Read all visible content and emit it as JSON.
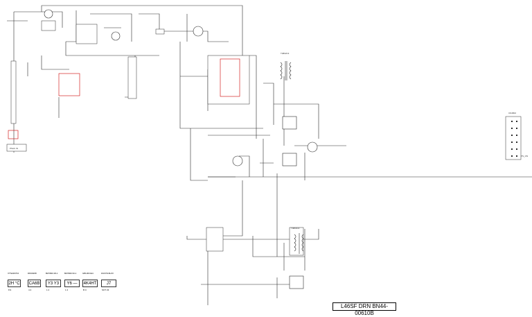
{
  "drawing_title": "L46SF DRN BN44-00610B",
  "component_labels": {
    "transformer_1": "T4802C3",
    "transformer_2": "T4803C4",
    "connector_1": "CN4802",
    "connector_2": "PS_ON",
    "input_connector": "PSAC IN"
  },
  "test_blocks": [
    {
      "header": "VTN226704",
      "value": "2H °C",
      "pins": "8   9"
    },
    {
      "header": "D8U9268",
      "value": "CA6B",
      "pins": "4   4"
    },
    {
      "header": "BZX84C18-1",
      "value": "Y3  Y3",
      "pins": "1   2"
    },
    {
      "header": "BZX84C33-1",
      "value": "Y6  —",
      "pins": "1   2"
    },
    {
      "header": "GBU4K3H4",
      "value": "4K4HT",
      "pins": "B   C"
    },
    {
      "header": "FAN7316L6X",
      "value": "J7",
      "pins": "SOT 23"
    }
  ],
  "colors": {
    "schematic_line": "#2a2a2a",
    "highlight": "#cc0000",
    "background": "#ffffff"
  }
}
